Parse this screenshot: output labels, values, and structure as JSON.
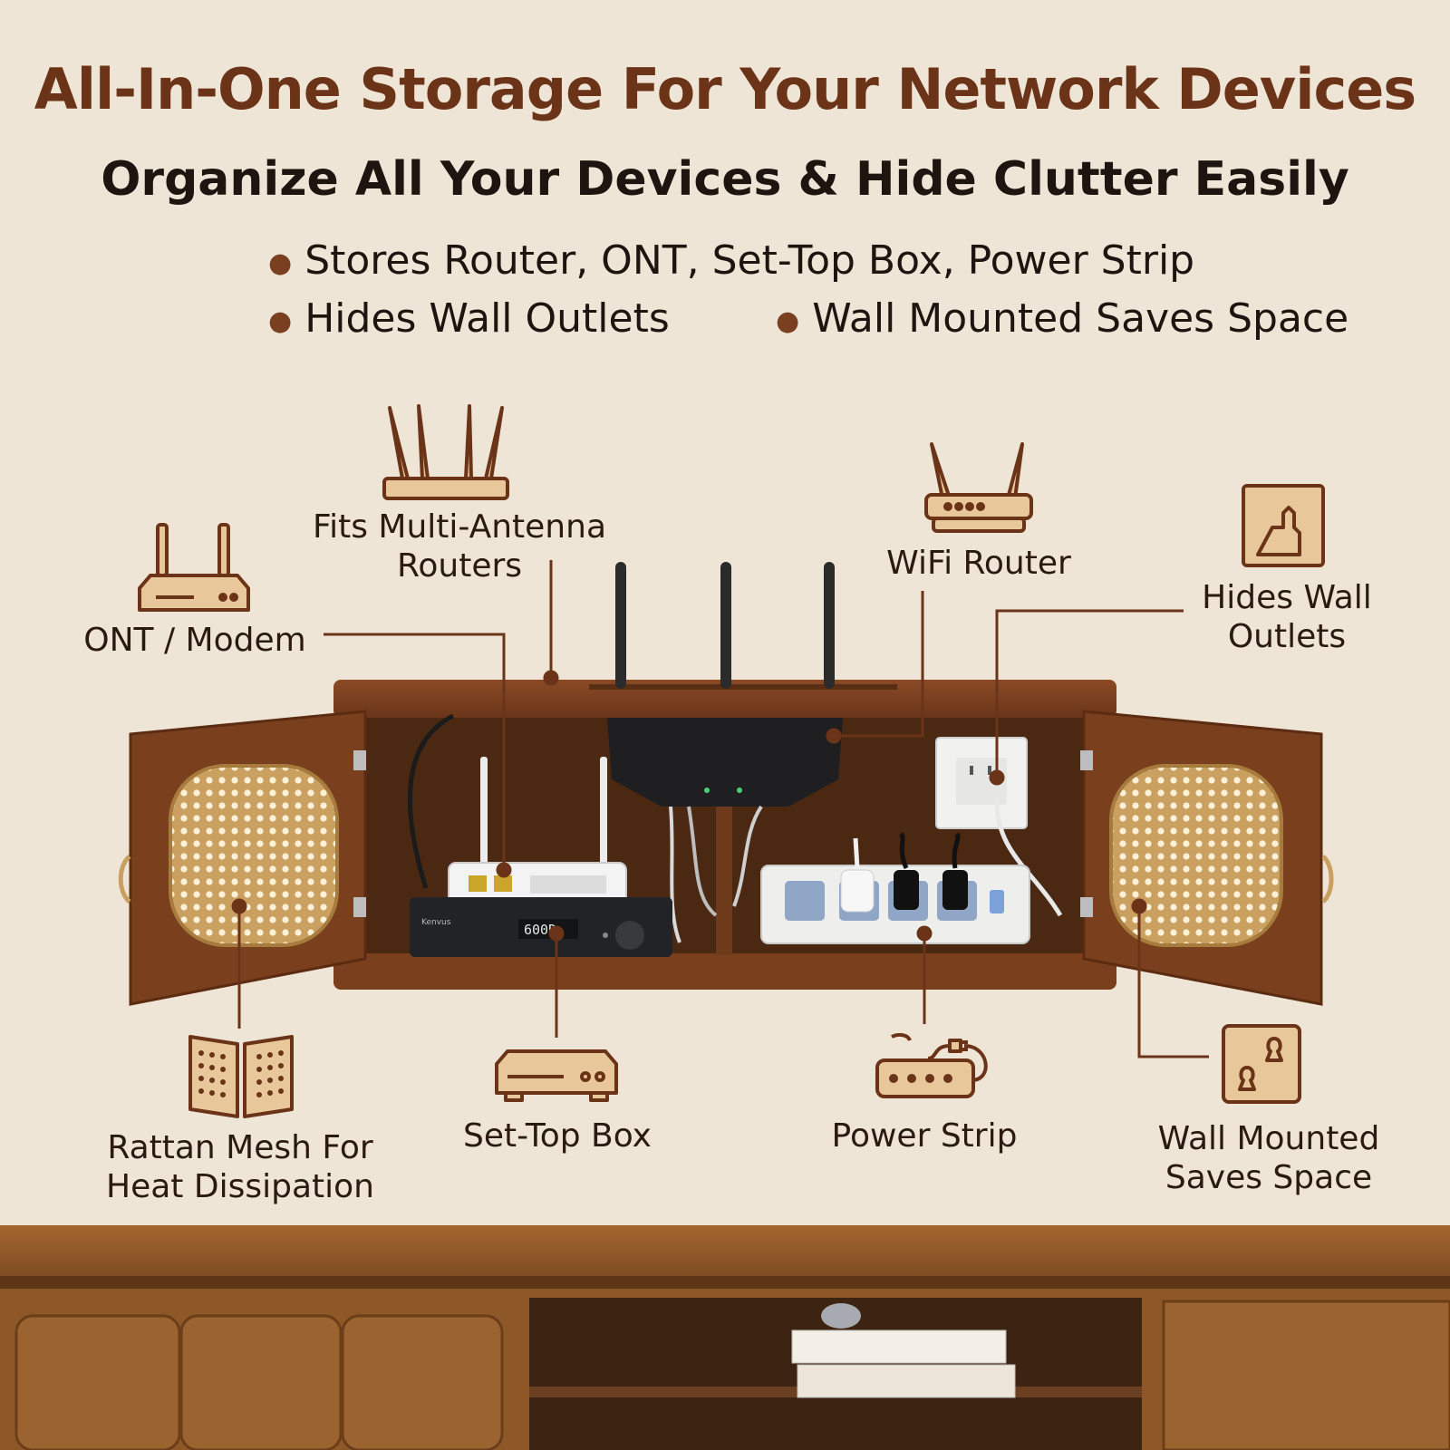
{
  "header": {
    "title": "All-In-One Storage For Your Network Devices",
    "subtitle": "Organize All Your Devices & Hide Clutter Easily"
  },
  "bullets": [
    "Stores Router, ONT, Set-Top Box, Power Strip",
    "Hides Wall Outlets",
    "Wall Mounted Saves Space"
  ],
  "callouts": {
    "multi_antenna": {
      "line1": "Fits Multi-Antenna",
      "line2": "Routers",
      "icon": "multi-antenna-router-icon"
    },
    "ont_modem": {
      "text": "ONT / Modem",
      "icon": "ont-modem-icon"
    },
    "wifi_router": {
      "text": "WiFi Router",
      "icon": "wifi-router-icon"
    },
    "wall_outlets": {
      "line1": "Hides Wall",
      "line2": "Outlets",
      "icon": "wall-outlet-icon"
    },
    "rattan": {
      "line1": "Rattan Mesh For",
      "line2": "Heat Dissipation",
      "icon": "rattan-mesh-icon"
    },
    "set_top_box": {
      "text": "Set-Top Box",
      "icon": "set-top-box-icon"
    },
    "power_strip": {
      "text": "Power Strip",
      "icon": "power-strip-icon"
    },
    "wall_mounted": {
      "line1": "Wall Mounted",
      "line2": "Saves Space",
      "icon": "wall-mount-icon"
    }
  },
  "product_text": {
    "set_top_box_display": "600D",
    "set_top_box_brand": "Kenvus"
  },
  "colors": {
    "heading": "#6b3418",
    "text": "#1f1510",
    "wall": "#efe5d6",
    "wood_dark": "#6e3a1c",
    "wood_mid": "#8a4a24",
    "icon_fill": "#e8c79a",
    "icon_stroke": "#6b3418",
    "rattan": "#d9b579"
  }
}
